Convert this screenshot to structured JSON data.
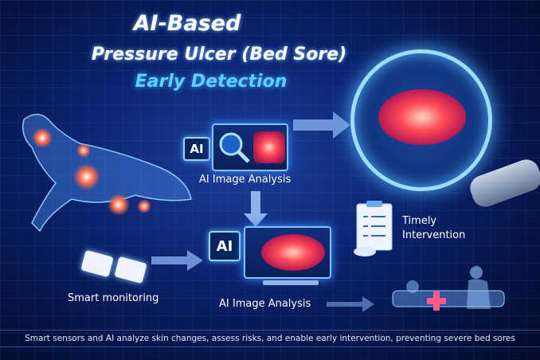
{
  "title": {
    "line1": "AI-Based",
    "line2": "Pressure Ulcer (Bed Sore)",
    "line3": "Early Detection"
  },
  "top_panel": {
    "ai_label": "AI",
    "caption": "AI Image Analysis"
  },
  "bottom_panel": {
    "ai_label": "AI",
    "caption": "AI Image Analysis"
  },
  "intervention": {
    "caption_line1": "Timely",
    "caption_line2": "Intervention"
  },
  "sensors": {
    "caption": "Smart monitoring"
  },
  "footer": "Smart sensors and AI analyze skin changes, assess risks, and enable early intervention, preventing severe bed sores",
  "colors": {
    "accent": "#5fd0ff",
    "sore": "#ff4b55",
    "background": "#0b2470"
  }
}
